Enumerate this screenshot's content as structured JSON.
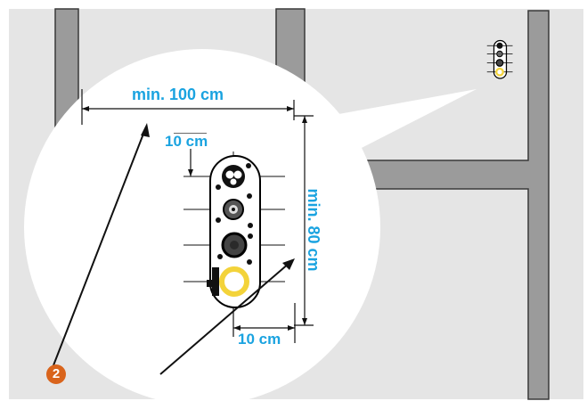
{
  "labels": {
    "min_width": "min. 100 cm",
    "top_offset": "10 cm",
    "min_height": "min. 80 cm",
    "side_offset": "10 cm",
    "callout_number": "2"
  },
  "colors": {
    "background": "#e5e5e5",
    "wall": "#9b9b9b",
    "wall_outline": "#3a3a3a",
    "dimension_text": "#1aa3e0",
    "callout_badge": "#d9641c",
    "yellow_ring": "#f3d33a"
  }
}
